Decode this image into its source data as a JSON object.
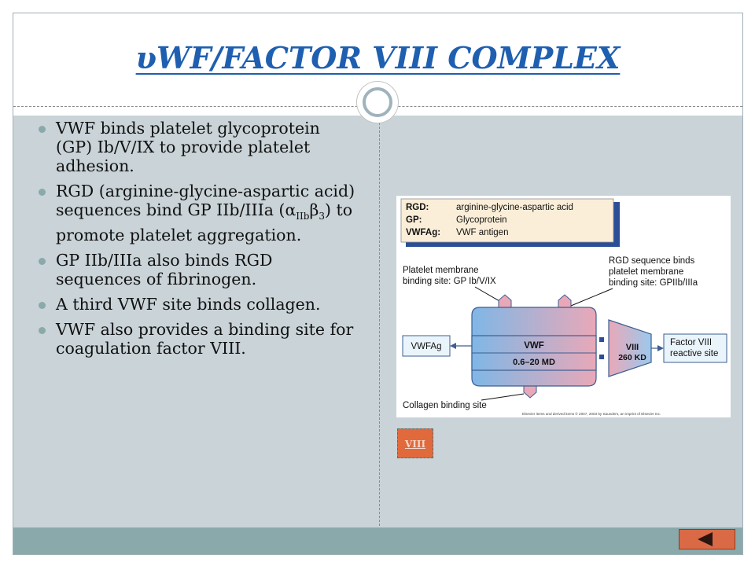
{
  "slide": {
    "title": "υWF/FACTOR VIII COMPLEX",
    "bullets": [
      {
        "text": "VWF binds platelet glycoprotein (GP) Ib/V/IX to provide platelet adhesion."
      },
      {
        "pre": "RGD (arginine-glycine-aspartic acid) sequences bind GP IIb/IIIa (",
        "alpha": "α",
        "alpha_sub": "IIb",
        "beta": "β",
        "beta_sub": "3",
        "post": ") to promote platelet aggregation."
      },
      {
        "text": "GP IIb/IIIa also binds RGD sequences of fibrinogen."
      },
      {
        "text": "A third VWF site binds collagen."
      },
      {
        "text": "VWF also provides a binding site for coagulation factor VIII."
      }
    ]
  },
  "figure": {
    "legend": [
      {
        "abbr": "RGD:",
        "meaning": "arginine-glycine-aspartic acid"
      },
      {
        "abbr": "GP:",
        "meaning": "Glycoprotein"
      },
      {
        "abbr": "VWFAg:",
        "meaning": "VWF antigen"
      }
    ],
    "platelet_label_line1": "Platelet membrane",
    "platelet_label_line2": "binding site: GP Ib/V/IX",
    "rgd_label_line1": "RGD sequence binds",
    "rgd_label_line2": "platelet membrane",
    "rgd_label_line3": "binding site: GPIIb/IIIa",
    "vwfag_label": "VWFAg",
    "vwf_label": "VWF",
    "vwf_size": "0.6–20 MD",
    "viii_label": "VIII",
    "viii_size": "260 KD",
    "factor_label_line1": "Factor VIII",
    "factor_label_line2": "reactive site",
    "collagen_label": "Collagen binding site",
    "credit": "Elsevier items and derived items © 2007, 2003 by Saunders, an imprint of Elsevier Inc."
  },
  "nav": {
    "viii_button_label": "VIII"
  },
  "colors": {
    "title": "#1f5fb0",
    "bullet": "#8aa9ab",
    "legend_bg": "#fbeed8",
    "legend_shadow": "#2b4e97",
    "vwf_left": "#7fb7e6",
    "vwf_right": "#e9a8b8",
    "factor_box": "#eaf4fb",
    "button": "#e06a3c"
  }
}
